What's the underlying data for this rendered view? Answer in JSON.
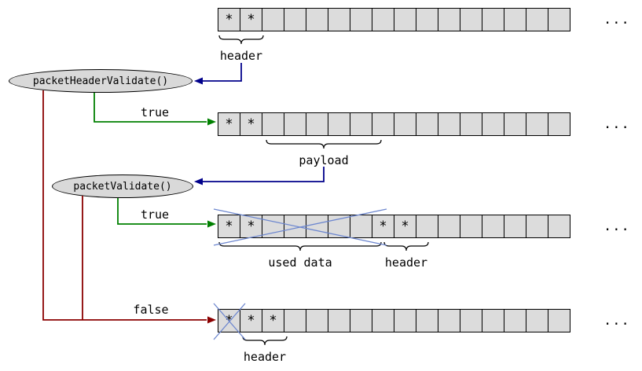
{
  "diagram": {
    "colors": {
      "cell_fill": "#dcdcdc",
      "cell_border": "#000000",
      "node_fill": "#d9d9d9",
      "node_border": "#000000",
      "true_edge": "#008000",
      "false_edge": "#8b0000",
      "pointer_edge": "#00008b",
      "cross": "#6d87cf",
      "text": "#000000"
    },
    "nodes": [
      {
        "id": "packet-header-validate",
        "label": "packetHeaderValidate()"
      },
      {
        "id": "packet-validate",
        "label": "packetValidate()"
      }
    ],
    "edge_labels": [
      {
        "label": "true"
      },
      {
        "label": "true"
      },
      {
        "label": "false"
      }
    ],
    "rows": [
      {
        "name": "buffer-header-found",
        "cells": [
          "*",
          "*",
          "",
          "",
          "",
          "",
          "",
          "",
          "",
          "",
          "",
          "",
          "",
          "",
          "",
          ""
        ],
        "ellipsis": "...",
        "braces": [
          {
            "label": "header",
            "from": 0,
            "to": 2
          }
        ],
        "crosses": []
      },
      {
        "name": "buffer-header-valid-payload",
        "cells": [
          "*",
          "*",
          "",
          "",
          "",
          "",
          "",
          "",
          "",
          "",
          "",
          "",
          "",
          "",
          "",
          ""
        ],
        "ellipsis": "...",
        "braces": [
          {
            "label": "payload",
            "from": 2,
            "to": 7
          }
        ],
        "crosses": []
      },
      {
        "name": "buffer-packet-valid-used-data",
        "cells": [
          "*",
          "*",
          "",
          "",
          "",
          "",
          "",
          "*",
          "*",
          "",
          "",
          "",
          "",
          "",
          "",
          ""
        ],
        "ellipsis": "...",
        "braces": [
          {
            "label": "used data",
            "from": 0,
            "to": 7
          },
          {
            "label": "header",
            "from": 7,
            "to": 9
          }
        ],
        "crosses": [
          {
            "from": 0,
            "to": 7
          }
        ]
      },
      {
        "name": "buffer-header-invalid-skip-byte",
        "cells": [
          "*",
          "*",
          "*",
          "",
          "",
          "",
          "",
          "",
          "",
          "",
          "",
          "",
          "",
          "",
          "",
          ""
        ],
        "ellipsis": "...",
        "braces": [
          {
            "label": "header",
            "from": 1,
            "to": 3
          }
        ],
        "crosses": [
          {
            "from": 0,
            "to": 1
          }
        ]
      }
    ]
  }
}
